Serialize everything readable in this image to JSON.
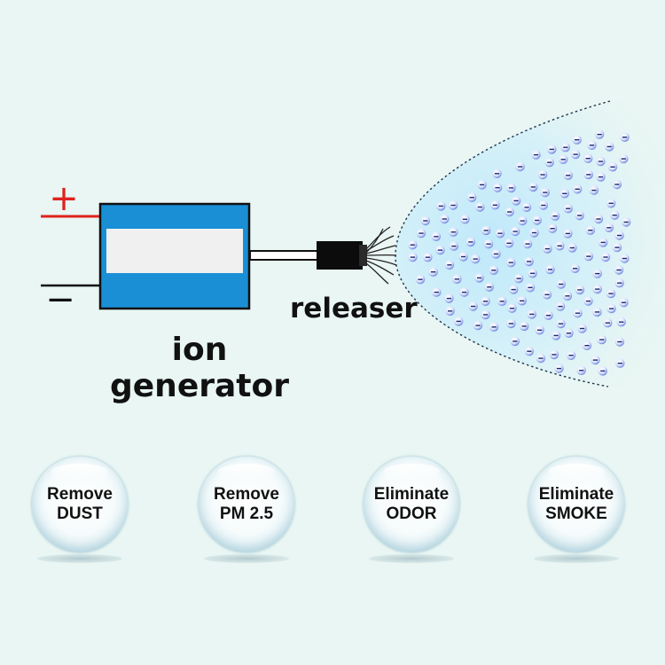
{
  "diagram": {
    "releaser_label": "releaser",
    "ion_generator_label": [
      "ion",
      "generator"
    ],
    "positive_symbol": "+",
    "negative_symbol": "−",
    "ion_symbol": "−",
    "colors": {
      "background": "#e9f6f3",
      "generator_body": "#1a8fd6",
      "generator_window": "#f0f0f0",
      "positive_wire": "#e0221e",
      "negative_wire": "#111111",
      "ion_cloud": "#bfe6f7"
    }
  },
  "benefits": [
    {
      "line1": "Remove",
      "line2": "DUST"
    },
    {
      "line1": "Remove",
      "line2": "PM 2.5"
    },
    {
      "line1": "Eliminate",
      "line2": "ODOR"
    },
    {
      "line1": "Eliminate",
      "line2": "SMOKE"
    }
  ]
}
